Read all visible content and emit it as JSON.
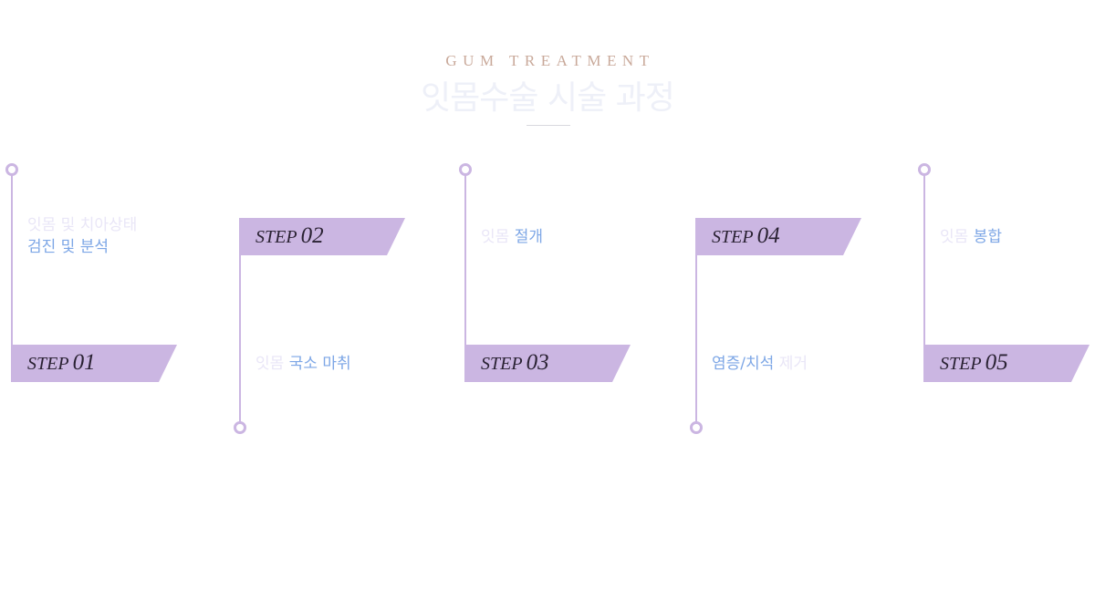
{
  "header": {
    "eyebrow": "GUM TREATMENT",
    "title": "잇몸수술 시술 과정"
  },
  "colors": {
    "accent_purple": "#cbb6e2",
    "emphasis_blue": "#7ea7e6",
    "muted_lavender": "#e9e6f7",
    "eyebrow_tan": "#c9a99a"
  },
  "steps": [
    {
      "word": "STEP",
      "number": "01",
      "caption_lines": [
        [
          {
            "text": "잇몸 및 치아상태",
            "style": "muted"
          }
        ],
        [
          {
            "text": "검진 및 분석",
            "style": "emph"
          }
        ]
      ]
    },
    {
      "word": "STEP",
      "number": "02",
      "caption_lines": [
        [
          {
            "text": "잇몸 ",
            "style": "muted"
          },
          {
            "text": "국소 마취",
            "style": "emph"
          }
        ]
      ]
    },
    {
      "word": "STEP",
      "number": "03",
      "caption_lines": [
        [
          {
            "text": "잇몸 ",
            "style": "muted"
          },
          {
            "text": "절개",
            "style": "emph"
          }
        ]
      ]
    },
    {
      "word": "STEP",
      "number": "04",
      "caption_lines": [
        [
          {
            "text": "염증/치석 ",
            "style": "emph"
          },
          {
            "text": "제거",
            "style": "muted"
          }
        ]
      ]
    },
    {
      "word": "STEP",
      "number": "05",
      "caption_lines": [
        [
          {
            "text": "잇몸 ",
            "style": "muted"
          },
          {
            "text": "봉합",
            "style": "emph"
          }
        ]
      ]
    }
  ]
}
